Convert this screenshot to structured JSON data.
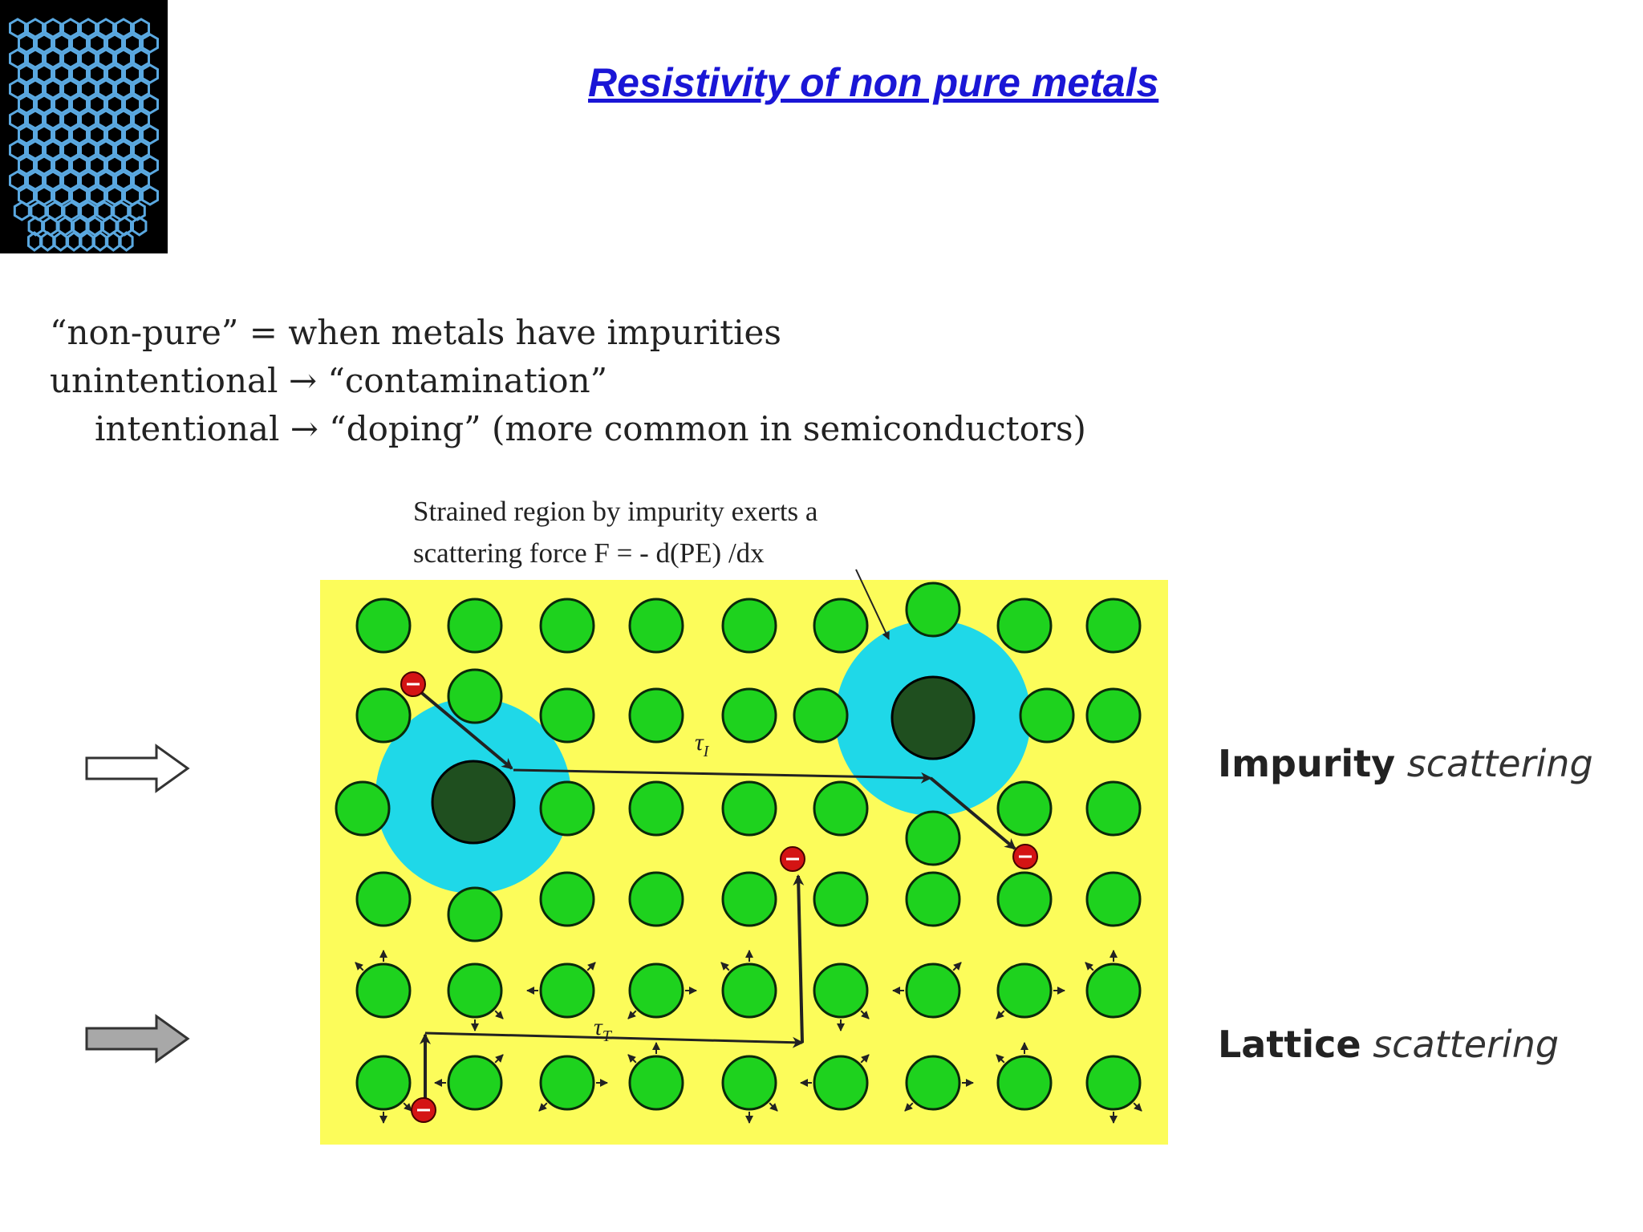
{
  "slide": {
    "title": "Resistivity of non pure metals",
    "logo_icon": "carbon-nanotube-icon",
    "definition_lines": [
      "“non-pure” = when metals have impurities",
      "unintentional → “contamination”",
      "intentional → “doping”  (more common in semiconductors)"
    ]
  },
  "diagram": {
    "strain_note": [
      "Strained region by impurity exerts a",
      "scattering force F = - d(PE) /dx"
    ],
    "tau_impurity": "τ",
    "tau_impurity_sub": "I",
    "tau_lattice": "τ",
    "tau_lattice_sub": "T",
    "labels": {
      "impurity_strong": "Impurity",
      "impurity_soft": "scattering",
      "lattice_strong": "Lattice",
      "lattice_soft": "scattering"
    },
    "colors": {
      "background": "#fcfc5a",
      "atom": "#1ed21e",
      "impurity_atom": "#1f4f1f",
      "strain_region": "#1fd8e8",
      "electron": "#d41414",
      "title": "#1a16d6"
    }
  }
}
